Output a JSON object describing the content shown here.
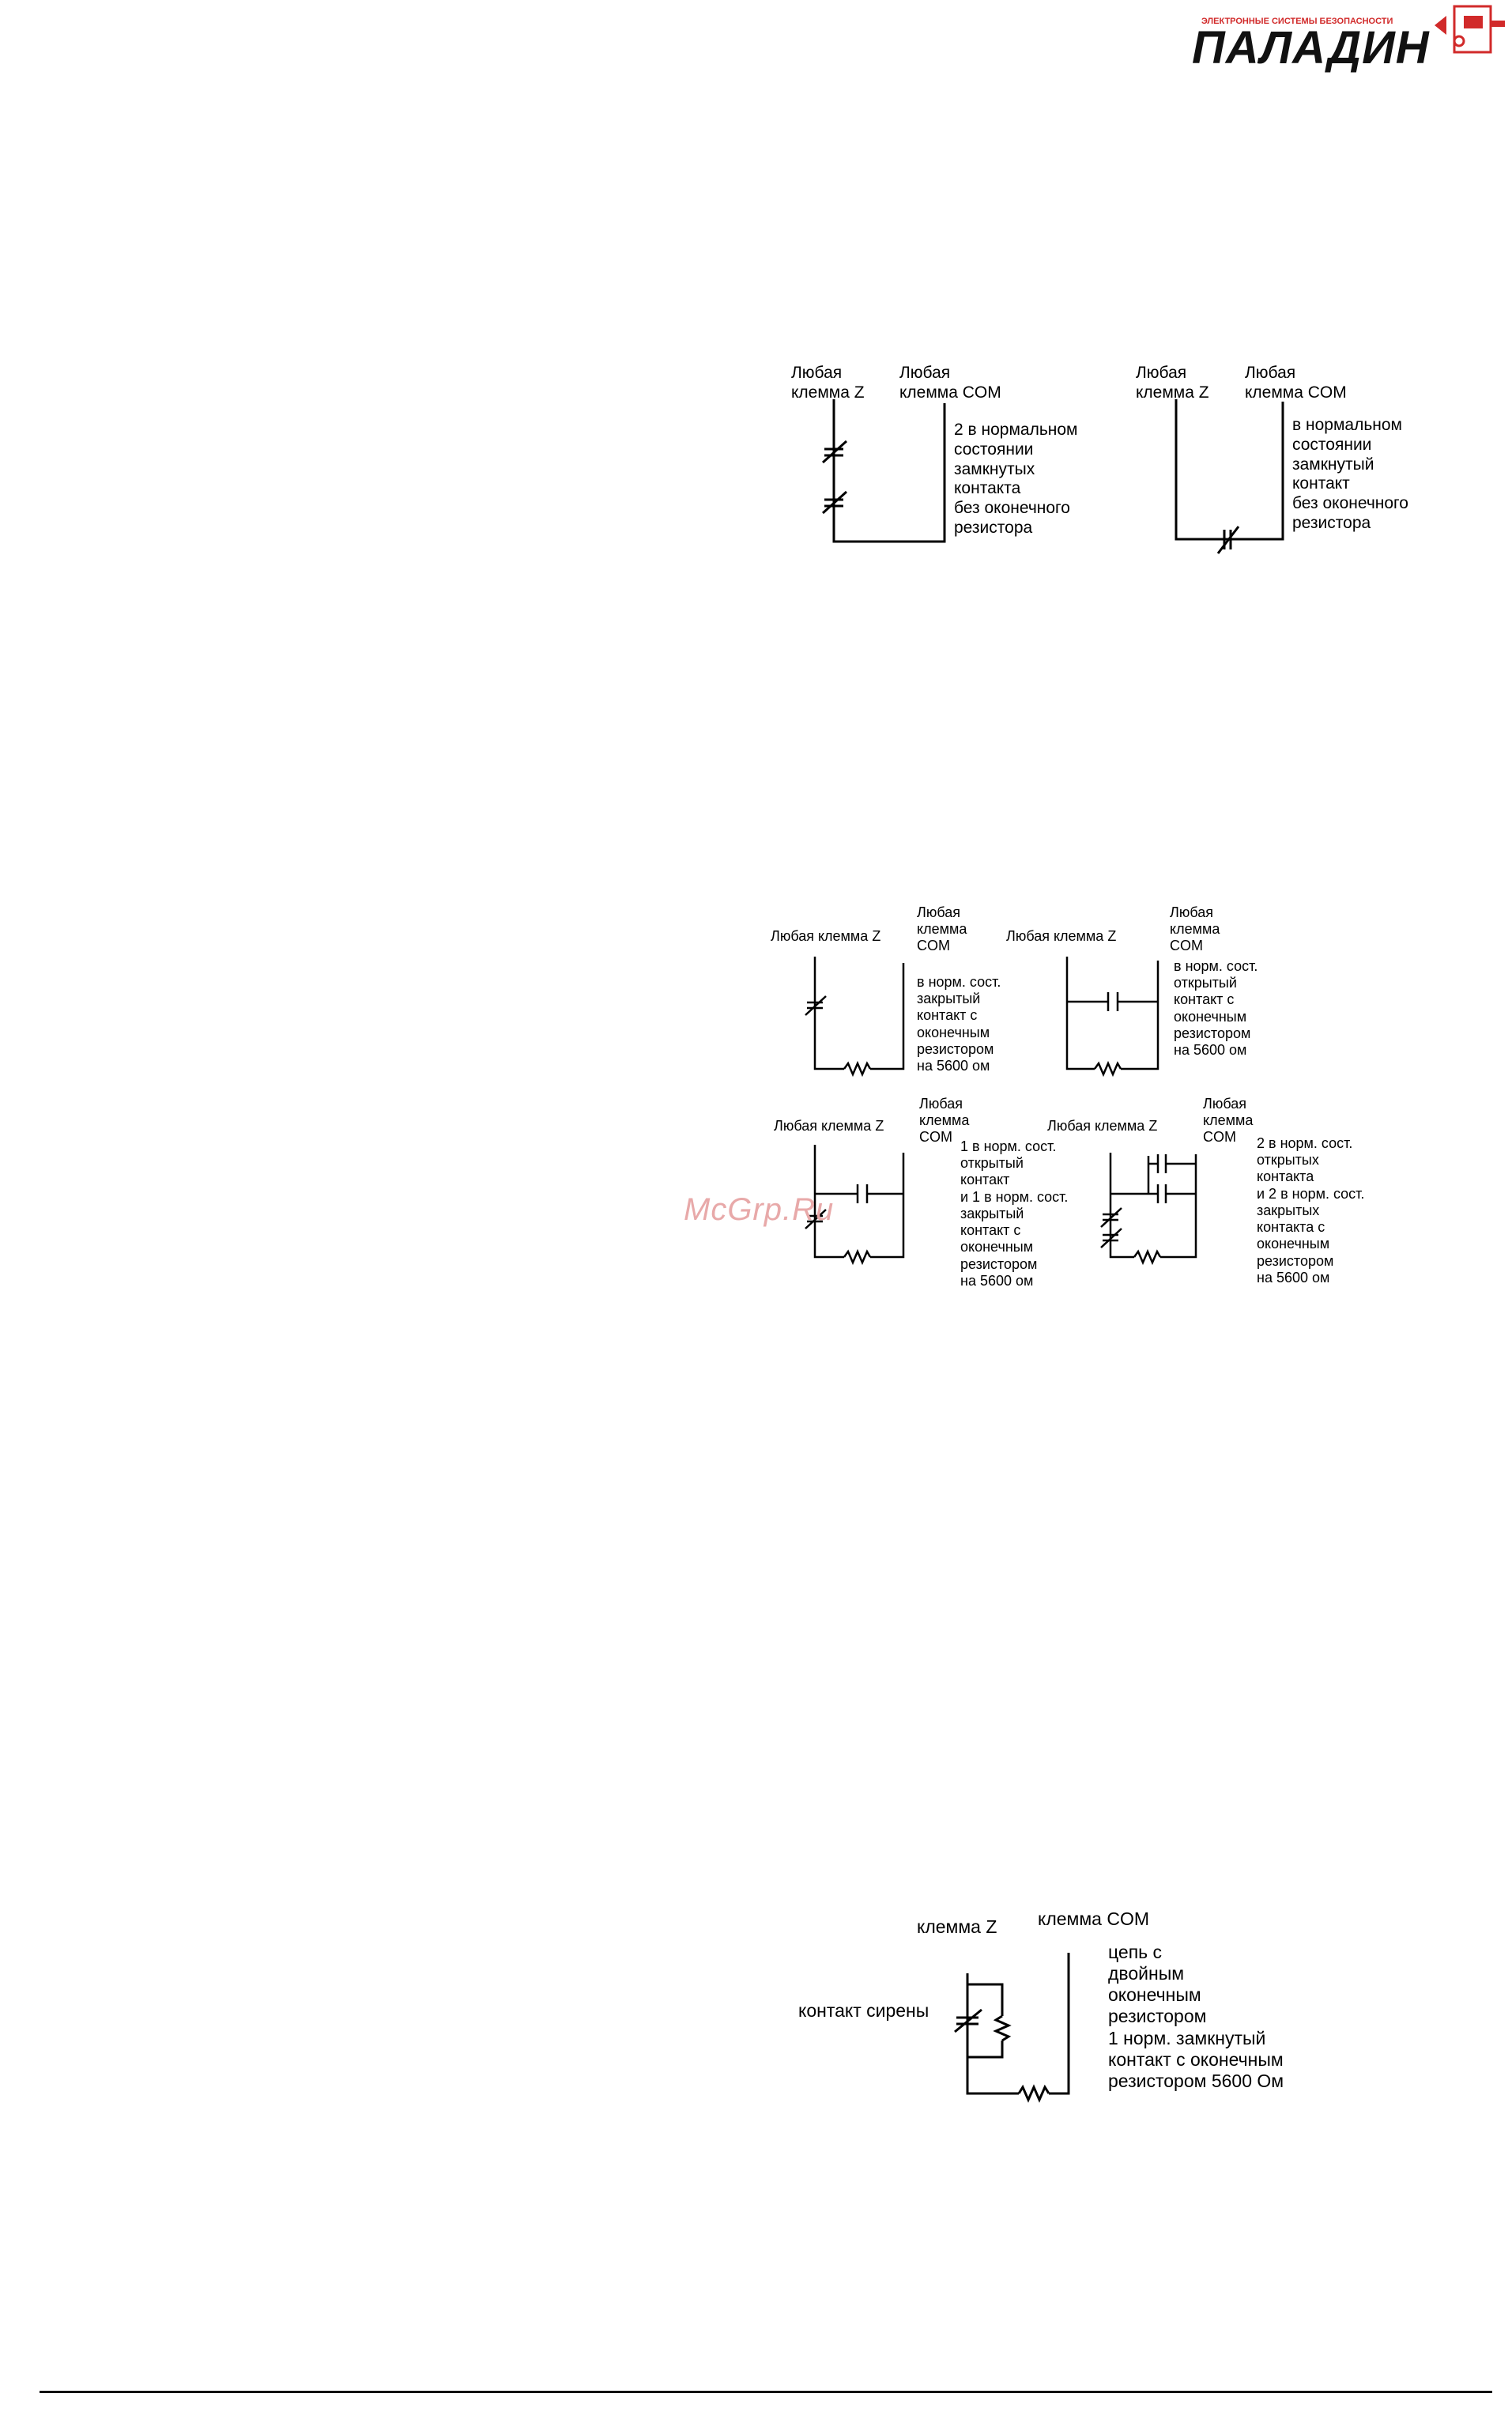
{
  "logo": {
    "name": "ПАЛАДИН",
    "tagline": "ЭЛЕКТРОННЫЕ СИСТЕМЫ БЕЗОПАСНОСТИ",
    "accent_color": "#d12a2a"
  },
  "watermark": "McGrp.Ru",
  "fig1": {
    "left": {
      "label_z": "Любая\nклемма Z",
      "label_com": "Любая\nклемма COM",
      "desc": "2 в нормальном\nсостоянии\nзамкнутых\nконтакта\nбез оконечного\nрезистора"
    },
    "right": {
      "label_z": "Любая\nклемма Z",
      "label_com": "Любая\nклемма COM",
      "desc": "в нормальном\nсостоянии\nзамкнутый\nконтакт\nбез оконечного\nрезистора"
    }
  },
  "fig2": {
    "a": {
      "label_z": "Любая клемма Z",
      "label_com": "Любая\nклемма\nCOM",
      "desc": "в норм. сост.\nзакрытый\nконтакт с\nоконечным\nрезистором\nна 5600 ом"
    },
    "b": {
      "label_z": "Любая клемма Z",
      "label_com": "Любая\nклемма\nCOM",
      "desc": "в норм. сост.\nоткрытый\nконтакт с\nоконечным\nрезистором\nна 5600 ом"
    },
    "c": {
      "label_z": "Любая клемма Z",
      "label_com": "Любая\nклемма\nCOM",
      "desc": "1 в норм. сост.\nоткрытый\nконтакт\nи 1 в норм. сост.\nзакрытый\nконтакт с\nоконечным\nрезистором\nна 5600 ом"
    },
    "d": {
      "label_z": "Любая клемма Z",
      "label_com": "Любая\nклемма\nCOM",
      "desc": "2 в норм. сост.\nоткрытых\nконтакта\nи 2 в норм. сост.\nзакрытых\nконтакта с\nоконечным\nрезистором\nна 5600 ом"
    }
  },
  "fig3": {
    "label_z": "клемма Z",
    "label_com": "клемма COM",
    "label_siren": "контакт сирены",
    "desc": "цепь с\nдвойным\nоконечным\nрезистором\n1 норм. замкнутый\nконтакт с оконечным\nрезистором 5600 Ом"
  }
}
